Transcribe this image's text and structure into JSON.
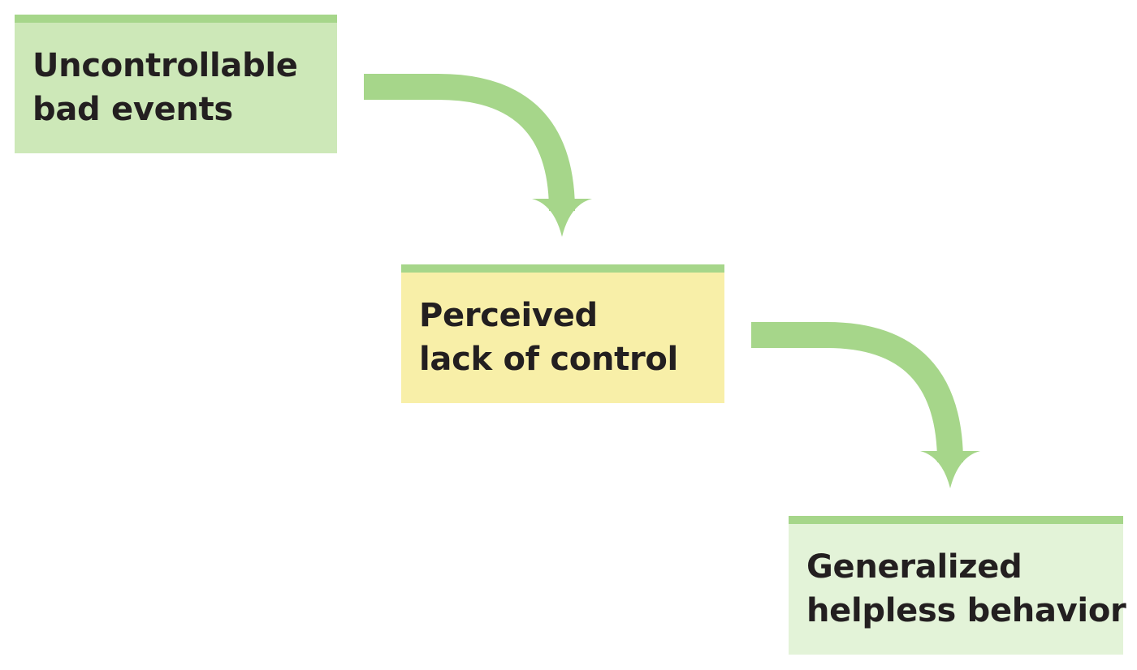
{
  "diagram": {
    "nodes": [
      {
        "id": "uncontrollable-bad-events",
        "lines": [
          "Uncontrollable",
          "bad events"
        ]
      },
      {
        "id": "perceived-lack-of-control",
        "lines": [
          "Perceived",
          "lack of control"
        ]
      },
      {
        "id": "generalized-helpless-behavior",
        "lines": [
          "Generalized",
          "helpless behavior"
        ]
      }
    ],
    "edges": [
      {
        "from": "uncontrollable-bad-events",
        "to": "perceived-lack-of-control"
      },
      {
        "from": "perceived-lack-of-control",
        "to": "generalized-helpless-behavior"
      }
    ],
    "colors": {
      "box_1_fill": "#cde8b8",
      "box_2_fill": "#f8efa8",
      "box_3_fill": "#e3f3d8",
      "top_bar": "#a6d68a",
      "arrow": "#a6d68a",
      "text": "#231f20"
    }
  }
}
